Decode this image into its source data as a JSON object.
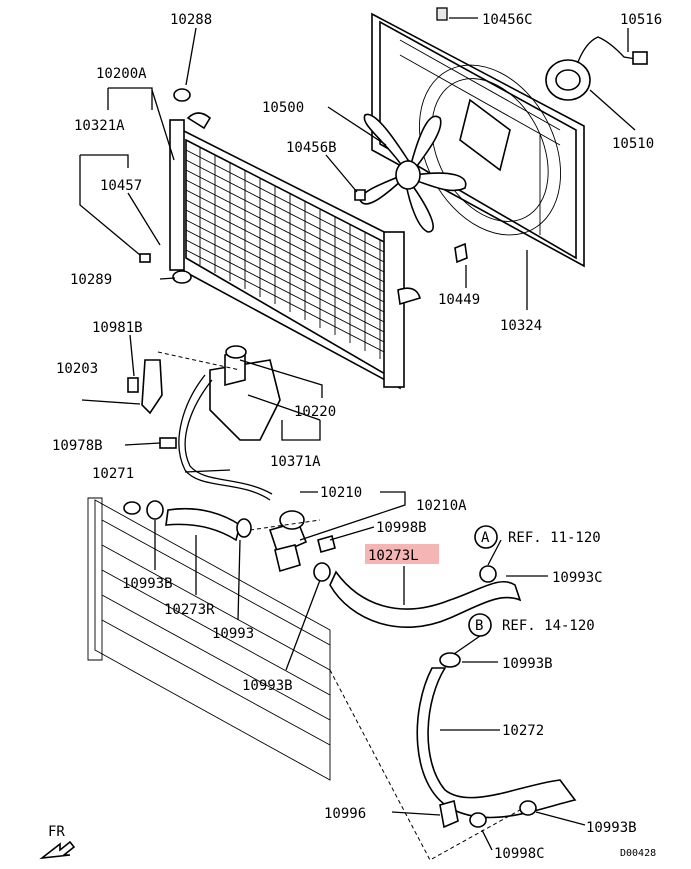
{
  "labels": {
    "p10288": "10288",
    "p10200A": "10200A",
    "p10321A": "10321A",
    "p10457": "10457",
    "p10289": "10289",
    "p10500": "10500",
    "p10456B": "10456B",
    "p10456C": "10456C",
    "p10516": "10516",
    "p10510": "10510",
    "p10449": "10449",
    "p10324": "10324",
    "p10981B": "10981B",
    "p10203": "10203",
    "p10220": "10220",
    "p10978B": "10978B",
    "p10371A": "10371A",
    "p10271": "10271",
    "p10210": "10210",
    "p10210A": "10210A",
    "p10998B": "10998B",
    "p10273L": "10273L",
    "p10993C": "10993C",
    "p10993B_left": "10993B",
    "p10273R": "10273R",
    "p10993": "10993",
    "p10993B_mid": "10993B",
    "p10993B_right": "10993B",
    "p10272": "10272",
    "p10996": "10996",
    "p10993B_bottom": "10993B",
    "p10998C": "10998C"
  },
  "refs": {
    "a_letter": "A",
    "a_text": "REF. 11-120",
    "b_letter": "B",
    "b_text": "REF. 14-120"
  },
  "fr_label": "FR",
  "diagram_code": "D00428",
  "highlight_color": "#f5b5b5"
}
